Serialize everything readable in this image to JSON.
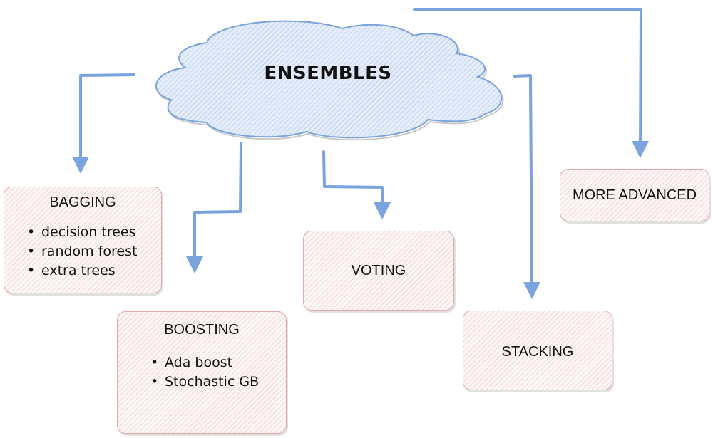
{
  "diagram": {
    "root": {
      "label": "ENSEMBLES",
      "shape": "cloud",
      "fill": "#dce8f7",
      "stroke": "#7aa3dc"
    },
    "nodes": [
      {
        "id": "bagging",
        "title": "BAGGING",
        "items": [
          "decision trees",
          "random forest",
          "extra trees"
        ]
      },
      {
        "id": "boosting",
        "title": "BOOSTING",
        "items": [
          "Ada boost",
          "Stochastic GB"
        ]
      },
      {
        "id": "voting",
        "title": "VOTING",
        "items": []
      },
      {
        "id": "stacking",
        "title": "STACKING",
        "items": []
      },
      {
        "id": "more_advanced",
        "title": "MORE ADVANCED",
        "items": []
      }
    ],
    "edges": [
      {
        "from": "ensembles",
        "to": "bagging"
      },
      {
        "from": "ensembles",
        "to": "boosting"
      },
      {
        "from": "ensembles",
        "to": "voting"
      },
      {
        "from": "ensembles",
        "to": "stacking"
      },
      {
        "from": "ensembles",
        "to": "more_advanced"
      }
    ],
    "bullet_glyph": "•",
    "colors": {
      "arrow": "#7ba3de",
      "box_stroke": "#e3a9a9",
      "box_hatch": "#e1afaf",
      "text": "#111111"
    }
  }
}
